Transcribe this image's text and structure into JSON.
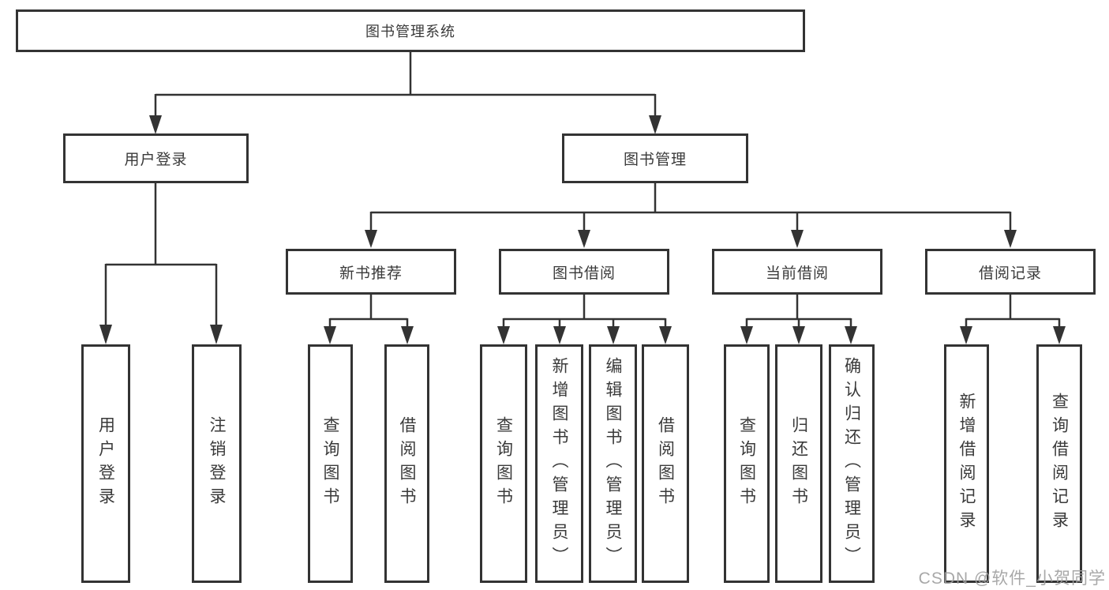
{
  "diagram": {
    "root": {
      "label": "图书管理系统"
    },
    "level2": {
      "user_login": {
        "label": "用户登录",
        "leaves": [
          "用户登录",
          "注销登录"
        ]
      },
      "book_management": {
        "label": "图书管理"
      }
    },
    "level3": {
      "new_book_recommend": {
        "label": "新书推荐",
        "leaves": [
          "查询图书",
          "借阅图书"
        ]
      },
      "book_borrow": {
        "label": "图书借阅",
        "leaves": [
          "查询图书",
          "新增图书（管理员）",
          "编辑图书（管理员）",
          "借阅图书"
        ]
      },
      "current_borrow": {
        "label": "当前借阅",
        "leaves": [
          "查询图书",
          "归还图书",
          "确认归还（管理员）"
        ]
      },
      "borrow_records": {
        "label": "借阅记录",
        "leaves": [
          "新增借阅记录",
          "查询借阅记录"
        ]
      }
    }
  },
  "colors": {
    "line": "#333333",
    "border": "#333333",
    "text": "#3a3a3a",
    "background": "#ffffff",
    "watermark": "#9e9e9e"
  },
  "watermark": {
    "text": "CSDN @软件_小贺同学"
  }
}
